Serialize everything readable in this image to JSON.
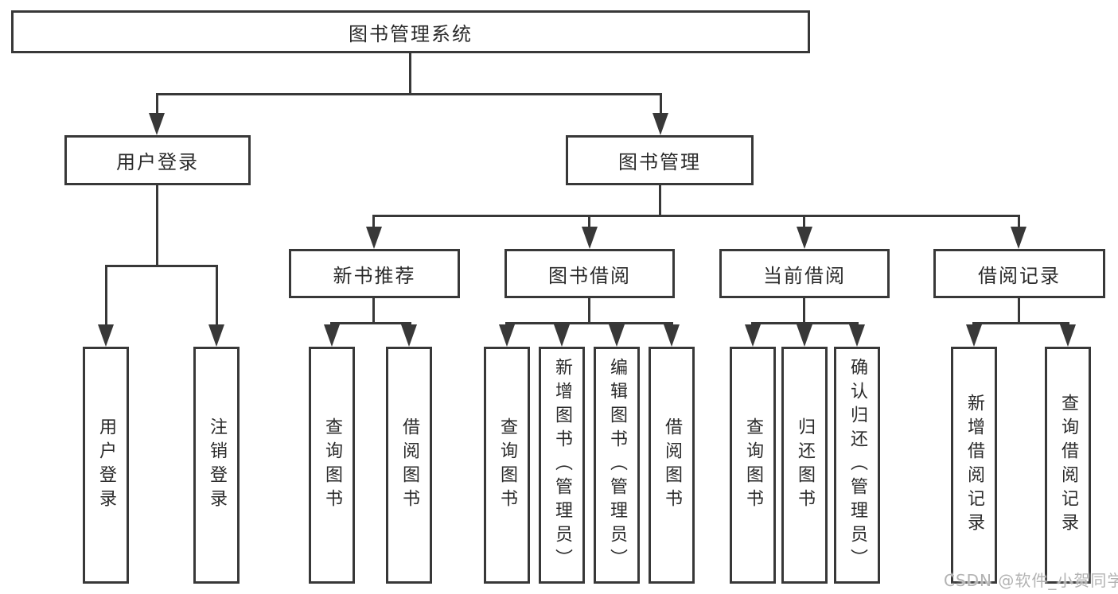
{
  "nodes": {
    "root": {
      "label": "图书管理系统"
    },
    "user_login": {
      "label": "用户登录"
    },
    "book_management": {
      "label": "图书管理"
    },
    "new_book_recommend": {
      "label": "新书推荐"
    },
    "book_borrowing": {
      "label": "图书借阅"
    },
    "current_borrowing": {
      "label": "当前借阅"
    },
    "borrowing_records": {
      "label": "借阅记录"
    }
  },
  "leaves": [
    {
      "label": "用户登录"
    },
    {
      "label": "注销登录"
    },
    {
      "label": "查询图书"
    },
    {
      "label": "借阅图书"
    },
    {
      "label": "查询图书"
    },
    {
      "label": "新增图书（管理员）"
    },
    {
      "label": "编辑图书（管理员）"
    },
    {
      "label": "借阅图书"
    },
    {
      "label": "查询图书"
    },
    {
      "label": "归还图书"
    },
    {
      "label": "确认归还（管理员）"
    },
    {
      "label": "新增借阅记录"
    },
    {
      "label": "查询借阅记录"
    }
  ],
  "watermark": {
    "text": "CSDN @软件_小贺同学"
  },
  "colors": {
    "line": "#383838",
    "text": "#2a2a2a",
    "watermark": "#b3b3b3",
    "background": "#ffffff"
  }
}
